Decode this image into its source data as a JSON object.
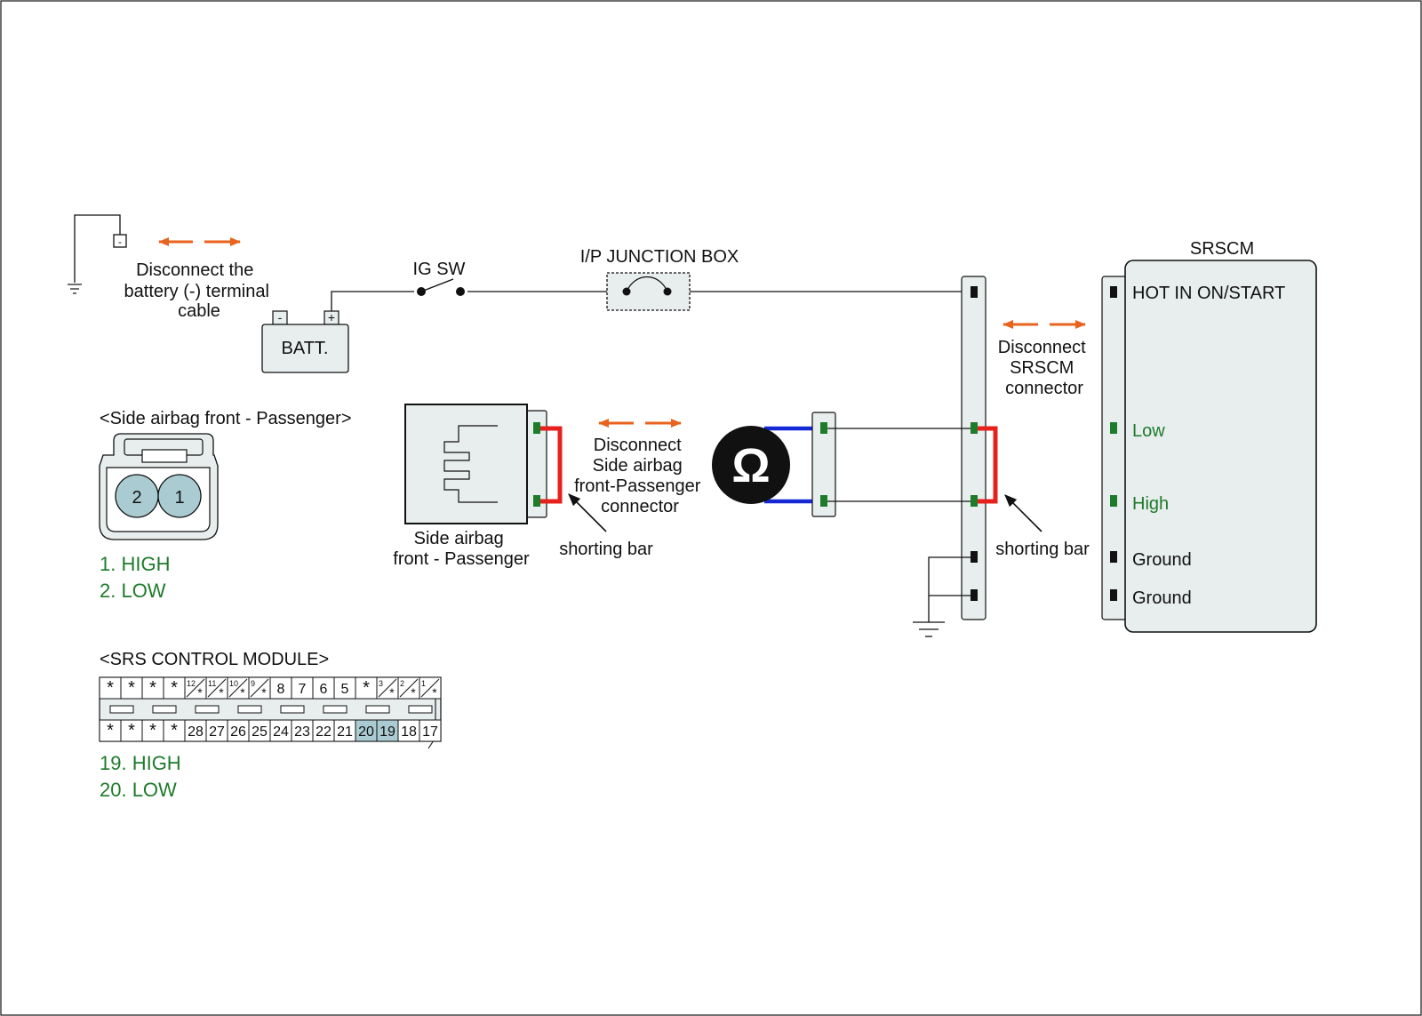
{
  "colors": {
    "ink": "#111111",
    "fill": "#e8eded",
    "arrow": "#e8631e",
    "green": "#1e7b2b",
    "short": "#e6211c",
    "probe": "#1428d6",
    "highlight": "#a9cbd1"
  },
  "top_circuit": {
    "battery_instruction": [
      "Disconnect the",
      "battery (-) terminal",
      "cable"
    ],
    "battery_minus_symbol": "-",
    "batt_minus": "-",
    "batt_plus": "+",
    "batt_label": "BATT.",
    "ig_sw_label": "IG SW",
    "junction_box_label": "I/P JUNCTION BOX"
  },
  "srscm": {
    "title": "SRSCM",
    "pins": [
      "HOT IN ON/START",
      "Low",
      "High",
      "Ground",
      "Ground"
    ],
    "disconnect_instruction": [
      "Disconnect",
      "SRSCM",
      "connector"
    ],
    "shorting_bar_label": "shorting bar"
  },
  "side_airbag": {
    "heading": "<Side airbag front - Passenger>",
    "pin_numbers": [
      "2",
      "1"
    ],
    "pin_legend": [
      "1. HIGH",
      "2. LOW"
    ],
    "component_label": [
      "Side airbag",
      "front - Passenger"
    ],
    "shorting_bar_label": "shorting bar",
    "disconnect_instruction": [
      "Disconnect",
      "Side airbag",
      "front-Passenger",
      "connector"
    ]
  },
  "meter": {
    "symbol": "Ω",
    "icon": "ohmmeter-icon"
  },
  "srs_module": {
    "heading": "<SRS CONTROL MODULE>",
    "top_row": [
      "*",
      "*",
      "*",
      "*",
      "12",
      "11",
      "10",
      "9",
      "8",
      "7",
      "6",
      "5",
      "*",
      "3",
      "2",
      "1"
    ],
    "bottom_row": [
      "*",
      "*",
      "*",
      "*",
      "28",
      "27",
      "26",
      "25",
      "24",
      "23",
      "22",
      "21",
      "20",
      "19",
      "18",
      "17"
    ],
    "blank_pins": [
      "12",
      "11",
      "10",
      "9",
      "3",
      "2",
      "1"
    ],
    "highlighted_pins": [
      "20",
      "19"
    ],
    "pin_legend": [
      "19. HIGH",
      "20. LOW"
    ]
  }
}
